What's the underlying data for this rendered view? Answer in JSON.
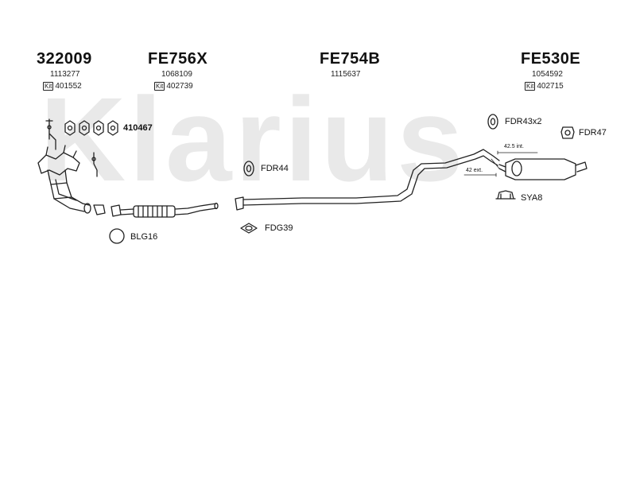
{
  "watermark": "Klarius",
  "groups": [
    {
      "title": "322009",
      "ref": "1113277",
      "kit_badge": "Kit",
      "kit_number": "401552"
    },
    {
      "title": "FE756X",
      "ref": "1068109",
      "kit_badge": "Kit",
      "kit_number": "402739"
    },
    {
      "title": "FE754B",
      "ref": "1115637"
    },
    {
      "title": "FE530E",
      "ref": "1054592",
      "kit_badge": "Kit",
      "kit_number": "402715"
    }
  ],
  "parts": {
    "gasket_set": "410467",
    "ring": "BLG16",
    "rubber_mount_1": "FDR44",
    "gasket_2": "FDG39",
    "rubber_mount_2": "FDR43x2",
    "rubber_mount_3": "FDR47",
    "clamp": "SYA8"
  },
  "dimensions": {
    "internal": "42.5 int.",
    "external": "42 ext."
  }
}
